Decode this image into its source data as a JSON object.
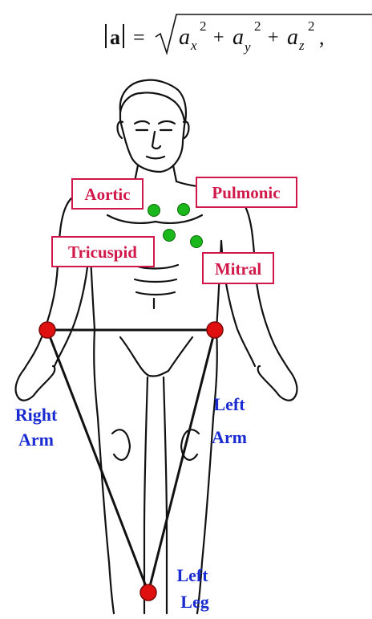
{
  "formula": {
    "lhs": "a",
    "rhs_terms": [
      "a",
      "a",
      "a"
    ],
    "subscripts": [
      "x",
      "y",
      "z"
    ],
    "exponent": "2",
    "plus": "+",
    "equals": "=",
    "trailing": ","
  },
  "auscultation_labels": {
    "aortic": "Aortic",
    "pulmonic": "Pulmonic",
    "tricuspid": "Tricuspid",
    "mitral": "Mitral"
  },
  "limb_labels": {
    "right_arm_line1": "Right",
    "right_arm_line2": "Arm",
    "left_arm_line1": "Left",
    "left_arm_line2": "Arm",
    "left_leg_line1": "Left",
    "left_leg_line2": "Leg"
  },
  "colors": {
    "auscultation_label": "#d0184a",
    "limb_label": "#1a2bd0",
    "heart_point": "#1bb81b",
    "electrode": "#e01010",
    "outline": "#111111"
  }
}
